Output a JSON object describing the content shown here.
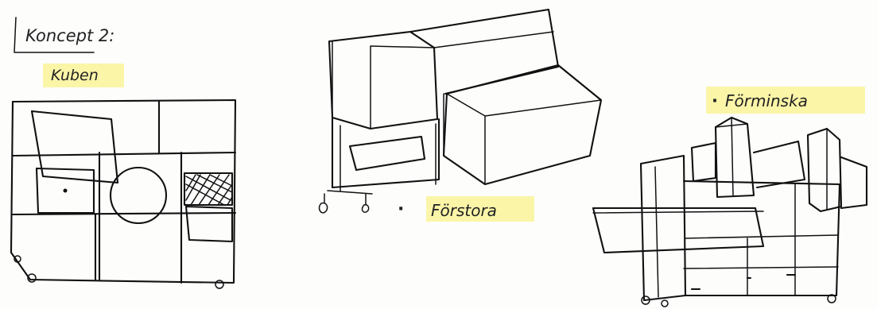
{
  "labels": {
    "concept_title": "Koncept 2:",
    "concept_name": "Kuben",
    "enlarge": "Förstora",
    "reduce": "Förminska",
    "bullet": "·"
  },
  "colors": {
    "ink": "#111111",
    "highlighter": "#fbf5a8",
    "paper": "#fdfdfc"
  }
}
